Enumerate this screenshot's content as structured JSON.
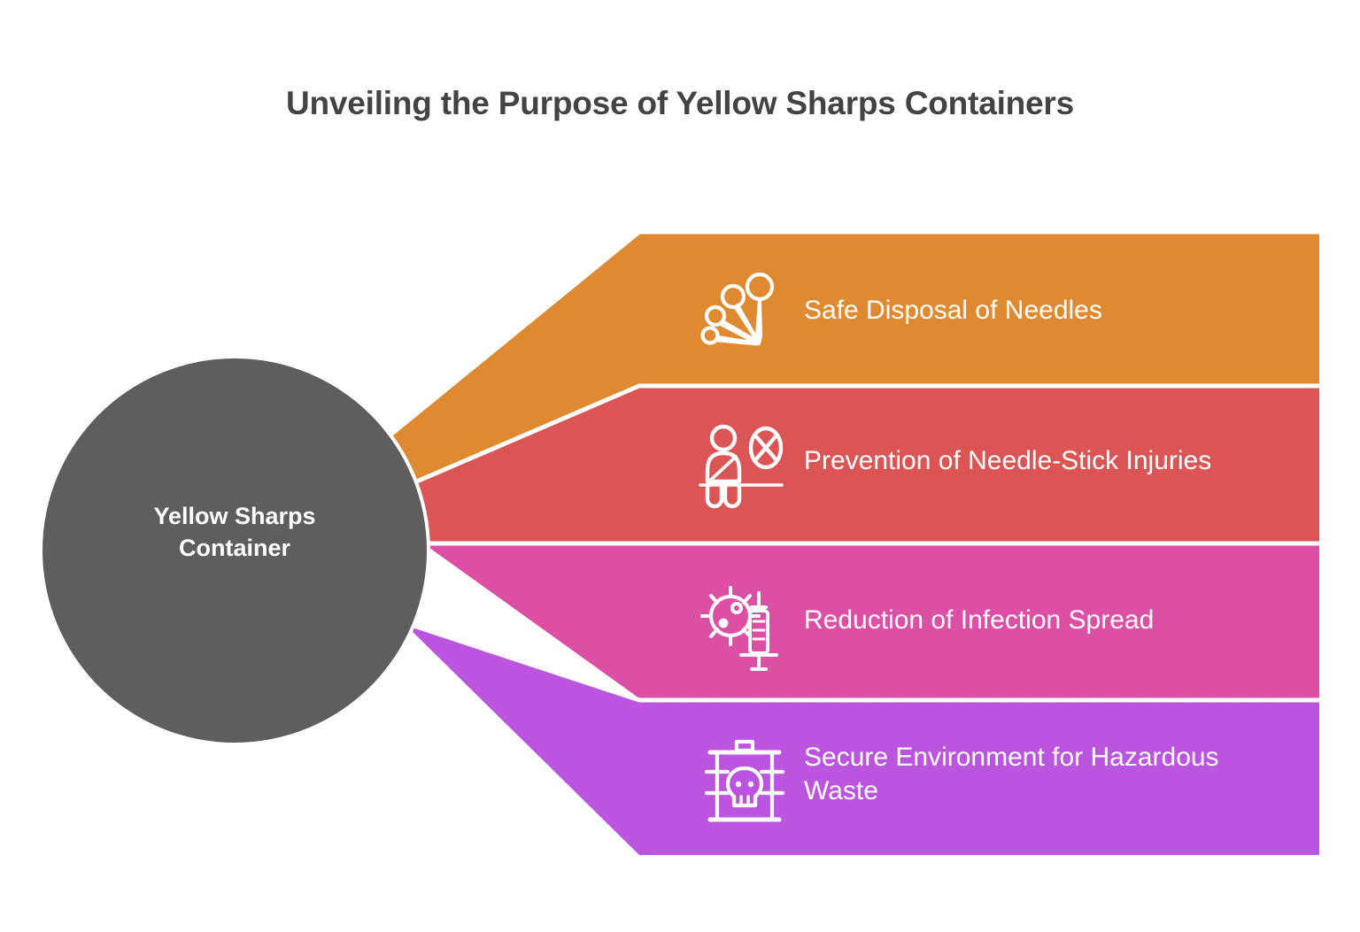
{
  "title": "Unveiling the Purpose of Yellow Sharps Containers",
  "hub": {
    "label_line1": "Yellow Sharps",
    "label_line2": "Container",
    "color": "#5e5e5e",
    "text_color": "#ffffff"
  },
  "background_color": "#ffffff",
  "title_color": "#434343",
  "bands": [
    {
      "label": "Safe Disposal of Needles",
      "icon": "needles-icon",
      "color": "#df8a30"
    },
    {
      "label": "Prevention of Needle-Stick Injuries",
      "icon": "needle-stick-injury-icon",
      "color": "#dc5555"
    },
    {
      "label": "Reduction of Infection Spread",
      "icon": "virus-syringe-icon",
      "color": "#dd4fa4"
    },
    {
      "label": "Secure Environment for Hazardous Waste",
      "icon": "hazardous-waste-barrel-icon",
      "color": "#bb54de"
    }
  ]
}
